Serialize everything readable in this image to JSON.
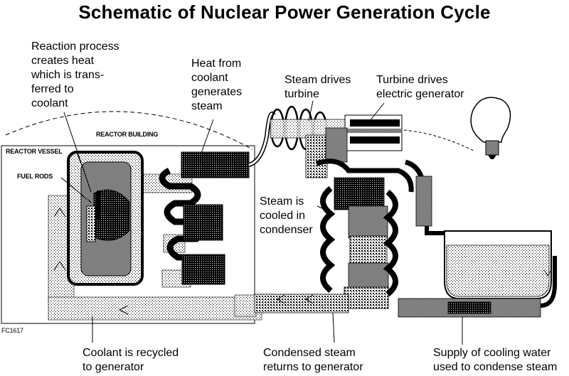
{
  "title": "Schematic of Nuclear Power Generation Cycle",
  "callouts": {
    "reaction": "Reaction process\ncreates heat\nwhich is trans-\nferred to\ncoolant",
    "heat": "Heat from\ncoolant\ngenerates\nsteam",
    "steam_drives": "Steam drives\nturbine",
    "turbine_drives": "Turbine drives\nelectric generator",
    "condenser": "Steam is\ncooled in\ncondenser",
    "coolant_recycled": "Coolant is recycled\nto generator",
    "condensed_steam": "Condensed steam\nreturns to generator",
    "cooling_water": "Supply of cooling water\nused to condense steam"
  },
  "small_labels": {
    "reactor_building": "REACTOR BUILDING",
    "reactor_vessel": "REACTOR VESSEL",
    "fuel_rods": "FUEL RODS",
    "figure_id": "FC1617"
  },
  "icons": [
    "light-bulb-icon"
  ],
  "colors": {
    "ink": "#000000",
    "background": "#ffffff"
  }
}
